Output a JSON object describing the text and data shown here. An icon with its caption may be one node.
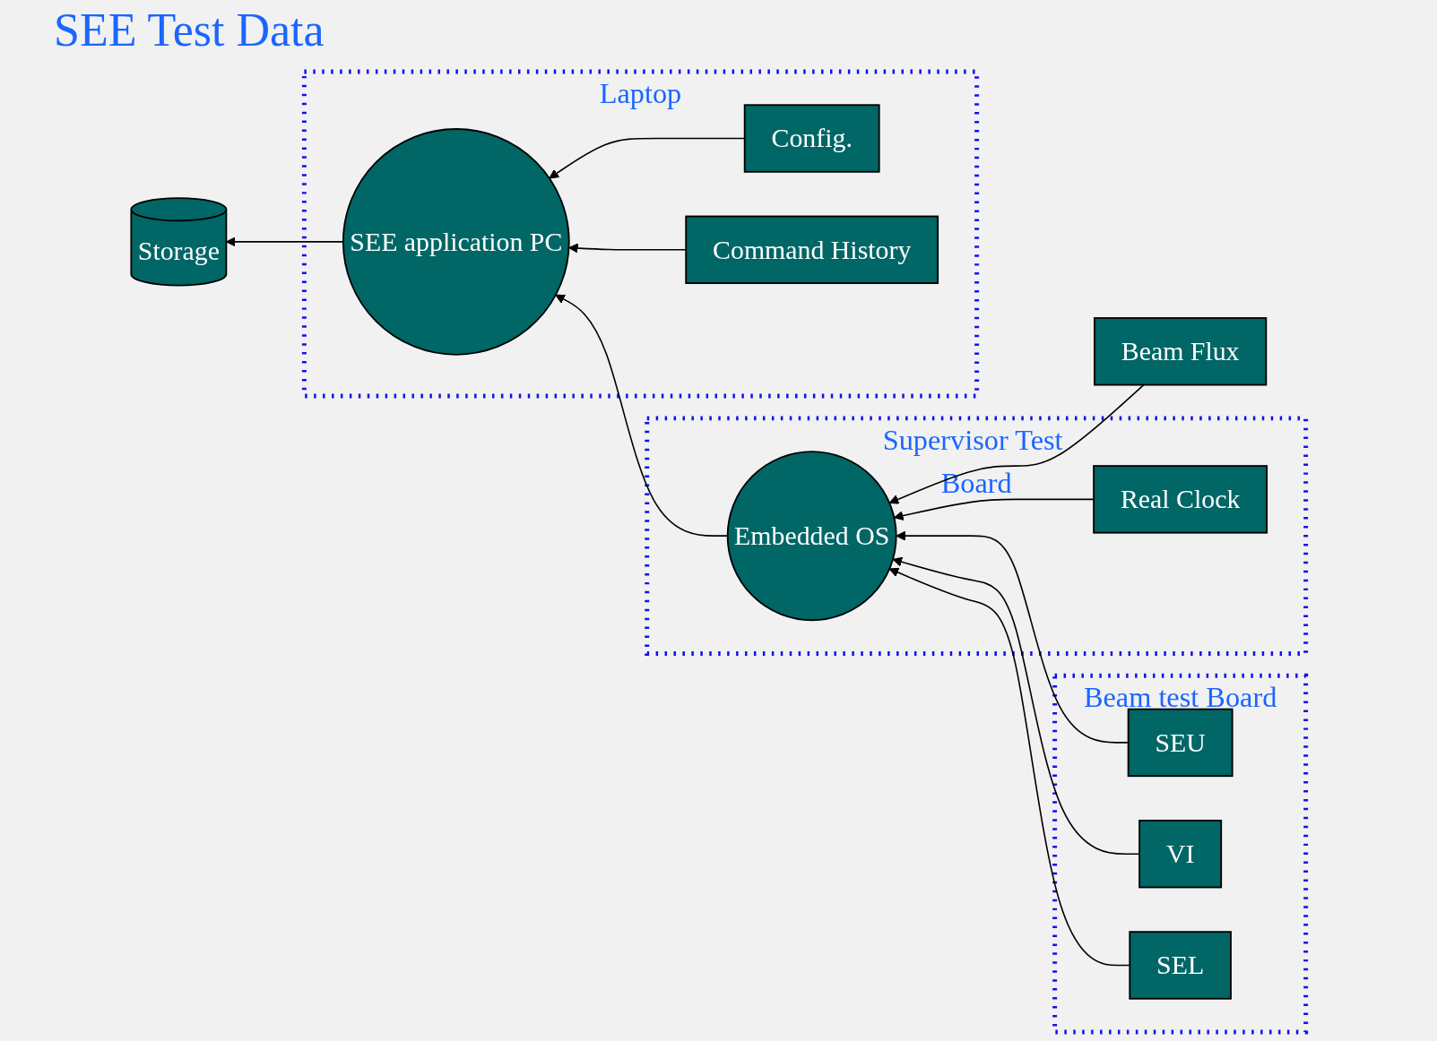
{
  "diagram": {
    "title": "SEE Test Data",
    "nodes": [
      {
        "text": [
          "Laptop"
        ]
      },
      {
        "text": [
          "Config."
        ],
        "in": 0
      },
      {
        "text": [
          "SEE application PC"
        ],
        "in": 0
      },
      {
        "text": [
          "Command History"
        ],
        "in": 0
      },
      {
        "text": [
          "Storage"
        ]
      },
      {
        "text": [
          "Supervisor Test Board"
        ]
      },
      {
        "text": [
          "Embedded OS"
        ],
        "in": 5
      },
      {
        "text": [
          "Real Clock"
        ],
        "in": 5
      },
      {
        "text": [
          "Beam Flux"
        ]
      },
      {
        "text": [
          "Beam test Board"
        ]
      },
      {
        "text": [
          "SEU"
        ],
        "in": 9
      },
      {
        "text": [
          "VI"
        ],
        "in": 9
      },
      {
        "text": [
          "SEL"
        ],
        "in": 9
      }
    ],
    "edges": [
      {
        "from": 1,
        "to": 2,
        "arrow": "to"
      },
      {
        "from": 3,
        "to": 2,
        "arrow": "to"
      },
      {
        "from": 2,
        "to": 4,
        "arrow": "to"
      },
      {
        "from": 6,
        "to": 2,
        "arrow": "to"
      },
      {
        "from": 8,
        "to": 6,
        "arrow": "to"
      },
      {
        "from": 7,
        "to": 6,
        "arrow": "to"
      },
      {
        "from": 10,
        "to": 6,
        "arrow": "to"
      },
      {
        "from": 11,
        "to": 6,
        "arrow": "to"
      },
      {
        "from": 12,
        "to": 6,
        "arrow": "to"
      }
    ]
  }
}
